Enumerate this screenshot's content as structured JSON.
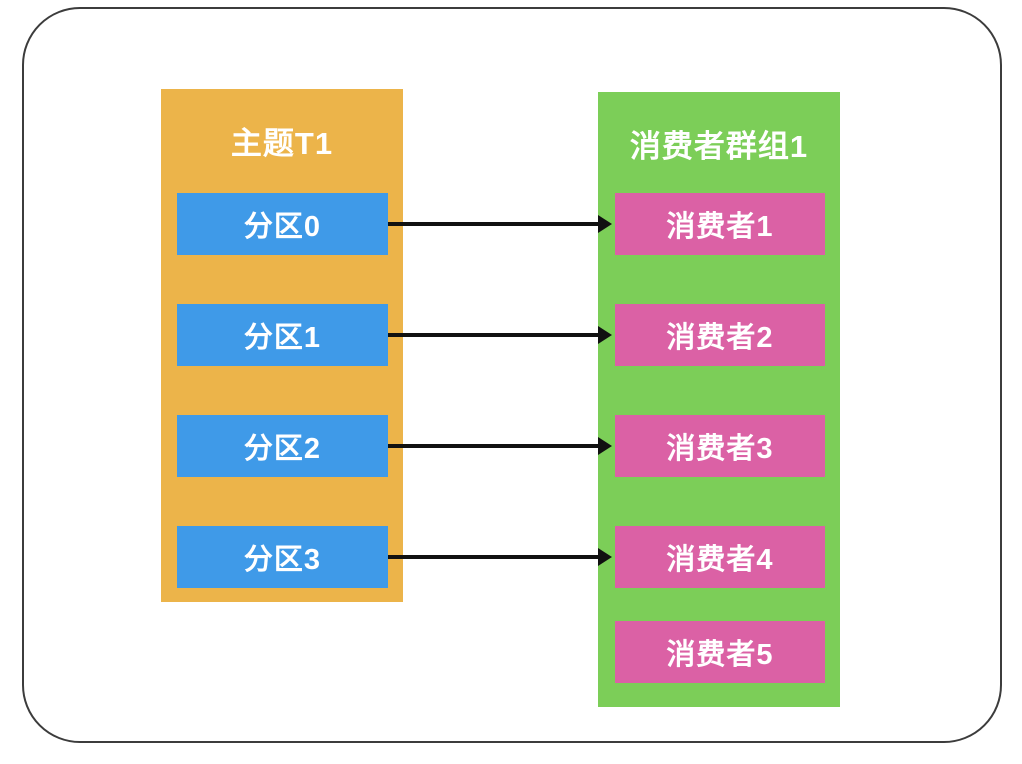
{
  "diagram": {
    "topic": {
      "title": "主题T1",
      "partitions": [
        "分区0",
        "分区1",
        "分区2",
        "分区3"
      ]
    },
    "consumer_group": {
      "title": "消费者群组1",
      "consumers": [
        "消费者1",
        "消费者2",
        "消费者3",
        "消费者4",
        "消费者5"
      ]
    },
    "connections": [
      {
        "from": "分区0",
        "to": "消费者1"
      },
      {
        "from": "分区1",
        "to": "消费者2"
      },
      {
        "from": "分区2",
        "to": "消费者3"
      },
      {
        "from": "分区3",
        "to": "消费者4"
      }
    ],
    "colors": {
      "topic_bg": "#ECB44A",
      "partition_bg": "#3F9AE8",
      "group_bg": "#7CCE58",
      "consumer_bg": "#DB61A5",
      "text_color": "#FFFFFF",
      "arrow_color": "#111111",
      "border_color": "#3C3C3C"
    }
  }
}
